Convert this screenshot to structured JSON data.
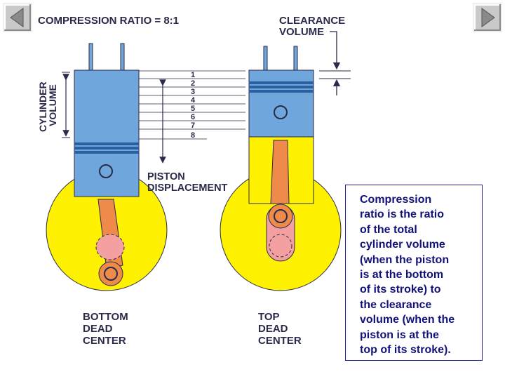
{
  "navigation": {
    "prev_icon": "triangle-left-icon",
    "next_icon": "triangle-right-icon"
  },
  "title": "COMPRESSION RATIO = 8:1",
  "labels": {
    "clearance_volume": [
      "CLEARANCE",
      "VOLUME"
    ],
    "cylinder_volume": [
      "CYLINDER",
      "VOLUME"
    ],
    "piston_displacement": [
      "PISTON",
      "DISPLACEMENT"
    ],
    "bottom_dead_center": [
      "BOTTOM",
      "DEAD",
      "CENTER"
    ],
    "top_dead_center": [
      "TOP",
      "DEAD",
      "CENTER"
    ]
  },
  "scale_numbers": [
    "1",
    "2",
    "3",
    "4",
    "5",
    "6",
    "7",
    "8"
  ],
  "info_box": {
    "text": "Compression\nratio is the ratio\nof the total\ncylinder volume\n(when the piston\nis at the bottom\nof its stroke) to\nthe clearance\nvolume (when the\npiston is at the\ntop of its stroke)."
  },
  "colors": {
    "cylinder": "#6fa6db",
    "crankcase": "#fff200",
    "rod": "#ee8a4a",
    "text": "#2a2a4a",
    "info_text": "#12127a"
  }
}
